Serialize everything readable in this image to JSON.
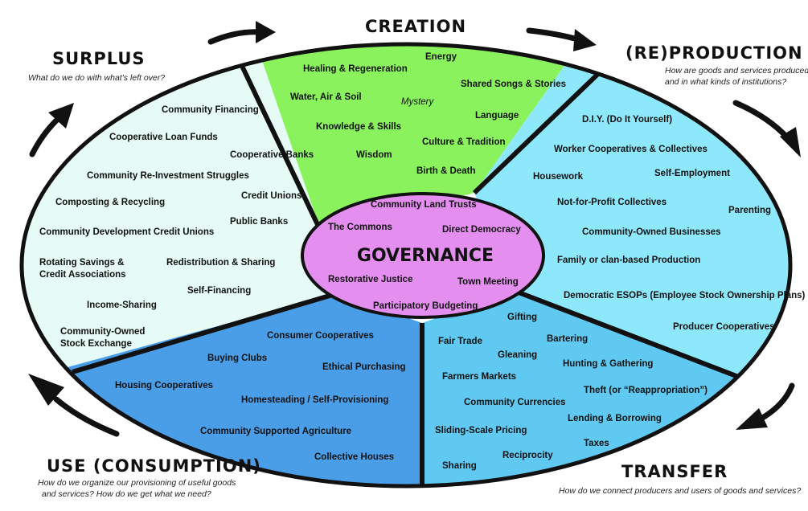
{
  "colors": {
    "creation": "#8af25c",
    "reproduction": "#8ee8fb",
    "transfer": "#5fc9f2",
    "use": "#4a9ee8",
    "surplus": "#e6fbf6",
    "governance": "#e48ff0",
    "outline": "#111111"
  },
  "sections": {
    "creation": {
      "heading": "CREATION",
      "items": [
        "Energy",
        "Healing & Regeneration",
        "Shared Songs & Stories",
        "Water, Air & Soil",
        "Language",
        "Knowledge & Skills",
        "Culture & Tradition",
        "Wisdom",
        "Birth & Death"
      ],
      "mystery": "Mystery"
    },
    "reproduction": {
      "heading": "(RE)PRODUCTION",
      "subtitle_1": "How are goods and services produced",
      "subtitle_2": "and in what kinds of institutions?",
      "items": [
        "D.I.Y. (Do It Yourself)",
        "Worker Cooperatives & Collectives",
        "Housework",
        "Self-Employment",
        "Not-for-Profit Collectives",
        "Parenting",
        "Community-Owned Businesses",
        "Family or clan-based Production",
        "Democratic ESOPs (Employee Stock Ownership Plans)",
        "Producer Cooperatives"
      ]
    },
    "transfer": {
      "heading": "TRANSFER",
      "subtitle": "How do we connect producers and users of goods and services?",
      "items": [
        "Gifting",
        "Fair Trade",
        "Bartering",
        "Gleaning",
        "Hunting & Gathering",
        "Farmers Markets",
        "Theft (or “Reappropriation”)",
        "Community Currencies",
        "Lending & Borrowing",
        "Sliding-Scale Pricing",
        "Taxes",
        "Reciprocity",
        "Sharing"
      ]
    },
    "use": {
      "heading": "USE (CONSUMPTION)",
      "subtitle_1": "How do we organize our provisioning of useful goods",
      "subtitle_2": "and services? How do we get what we need?",
      "items": [
        "Consumer Cooperatives",
        "Buying Clubs",
        "Ethical Purchasing",
        "Housing Cooperatives",
        "Homesteading / Self-Provisioning",
        "Community Supported Agriculture",
        "Collective Houses"
      ]
    },
    "surplus": {
      "heading": "SURPLUS",
      "subtitle": "What do we do with what's left over?",
      "items": [
        "Community Financing",
        "Cooperative Loan Funds",
        "Cooperative Banks",
        "Community Re-Investment Struggles",
        "Composting & Recycling",
        "Credit Unions",
        "Public Banks",
        "Community Development Credit Unions",
        "Rotating Savings &",
        "Credit Associations",
        "Redistribution & Sharing",
        "Self-Financing",
        "Income-Sharing",
        "Community-Owned",
        "Stock Exchange"
      ]
    },
    "governance": {
      "heading": "GOVERNANCE",
      "items": [
        "Community Land Trusts",
        "The Commons",
        "Direct Democracy",
        "Restorative Justice",
        "Town Meeting",
        "Participatory Budgeting"
      ]
    }
  }
}
